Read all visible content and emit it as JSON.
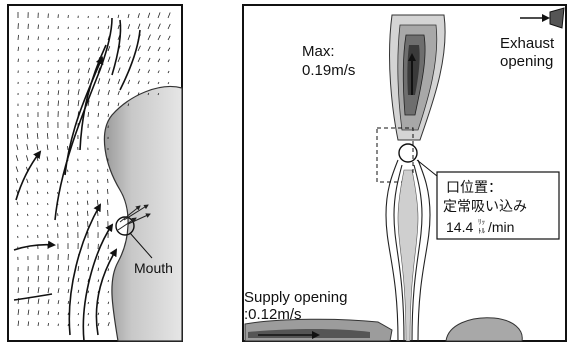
{
  "left_panel": {
    "mouth_label": "Mouth"
  },
  "right_panel": {
    "max_label_line1": "Max:",
    "max_label_line2": "0.19m/s",
    "exhaust_line1": "Exhaust",
    "exhaust_line2": "opening",
    "supply_line1": "Supply opening",
    "supply_line2": ":0.12m/s",
    "annot_line1": "口位置：",
    "annot_line2": "定常吸い込み",
    "annot_line3_value": "14.4",
    "annot_line3_unit_top": "ﾘｯ",
    "annot_line3_unit_bottom": "ﾄﾙ",
    "annot_line3_suffix": "/min"
  }
}
